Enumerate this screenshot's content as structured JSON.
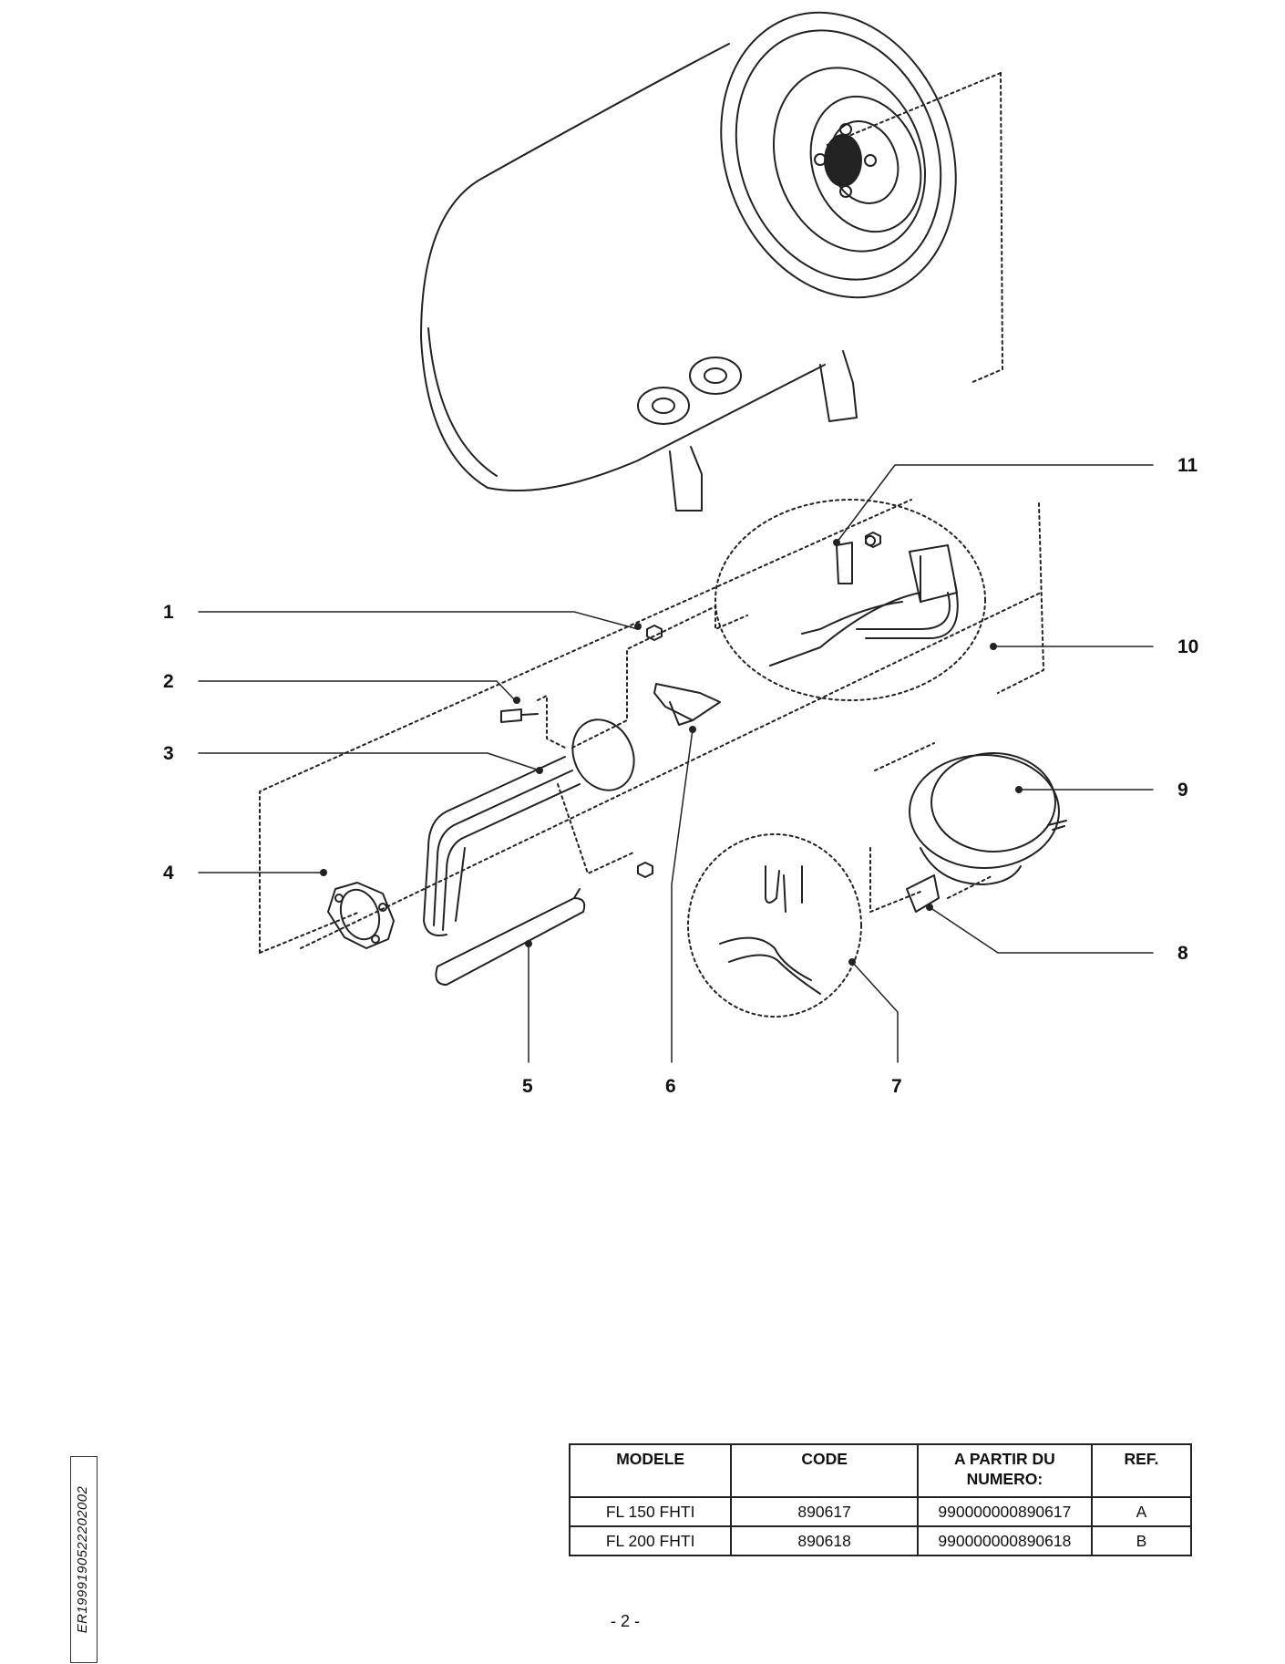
{
  "diagram": {
    "callouts": [
      "1",
      "2",
      "3",
      "4",
      "5",
      "6",
      "7",
      "8",
      "9",
      "10",
      "11"
    ]
  },
  "document_code": "ER1999190522202002",
  "model_table": {
    "headers": [
      "MODELE",
      "CODE",
      "A PARTIR DU\nNUMERO:",
      "REF."
    ],
    "rows": [
      [
        "FL 150 FHTI",
        "890617",
        "990000000890617",
        "A"
      ],
      [
        "FL 200 FHTI",
        "890618",
        "990000000890618",
        "B"
      ]
    ]
  },
  "page_number": "- 2 -"
}
